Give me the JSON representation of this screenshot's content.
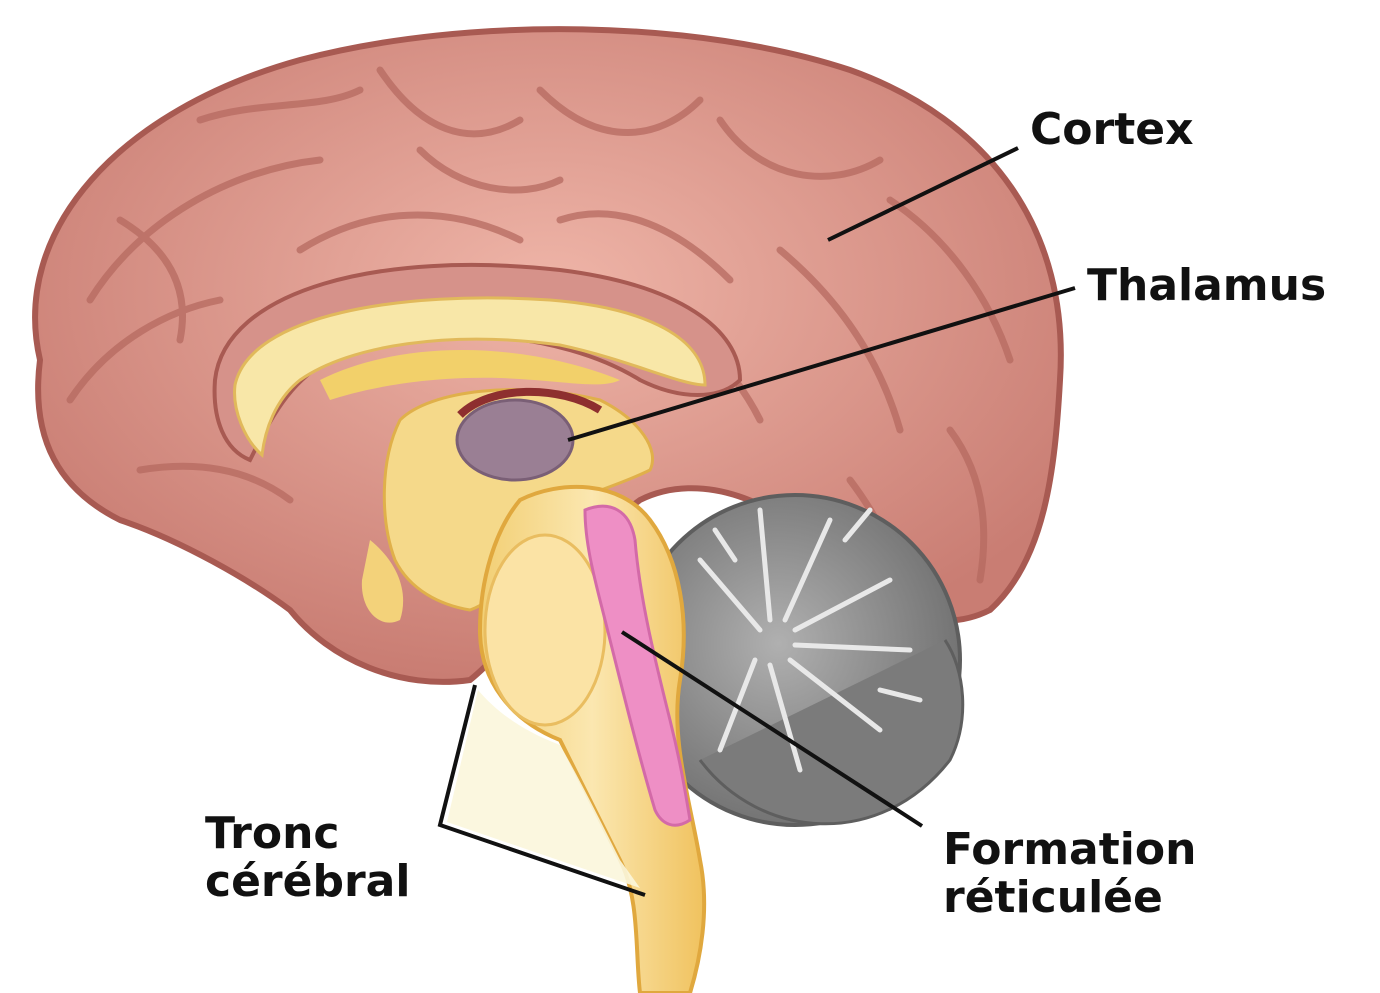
{
  "diagram": {
    "labels": {
      "cortex": "Cortex",
      "thalamus": "Thalamus",
      "tronc_line1": "Tronc",
      "tronc_line2": "cérébral",
      "formation_line1": "Formation",
      "formation_line2": "réticulée"
    },
    "colors": {
      "cortex": "#d9928a",
      "cortex_dark": "#b86a62",
      "white_matter": "#f7e39a",
      "thalamus": "#9a7f94",
      "reticular_formation": "#ee8fc5",
      "cerebellum": "#8f8f8f",
      "brainstem": "#f5d98a"
    }
  }
}
